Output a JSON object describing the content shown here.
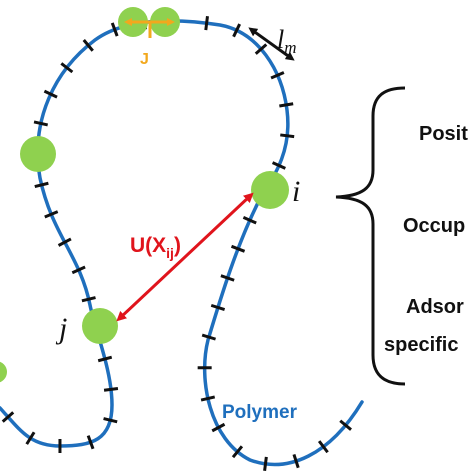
{
  "colors": {
    "polymer": "#1f6fbd",
    "bead": "#8fd14f",
    "tick": "#111111",
    "arrow_red": "#e0141c",
    "arrow_orange": "#f2a81d",
    "label_blue": "#1f6fbd",
    "brace": "#111111",
    "background": "#ffffff"
  },
  "labels": {
    "lm": "l",
    "lm_sub": "m",
    "J": "J",
    "i": "i",
    "j": "j",
    "potential_main": "U(X",
    "potential_sub": "ij",
    "potential_close": ")",
    "polymer": "Polymer"
  },
  "properties": {
    "position": "Posit",
    "occupancy": "Occup",
    "adsorption_line1": "Adsor",
    "adsorption_line2": "specific"
  },
  "icons": {
    "spring": "double-arrow-icon",
    "interaction": "double-arrow-icon"
  }
}
